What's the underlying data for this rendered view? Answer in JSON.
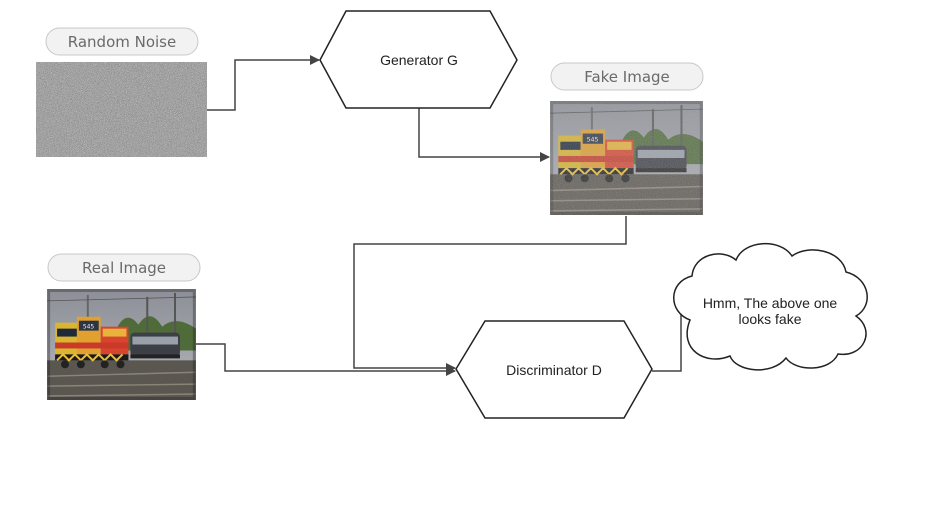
{
  "labels": {
    "random_noise": "Random Noise",
    "fake_image": "Fake Image",
    "real_image": "Real Image"
  },
  "nodes": {
    "generator": "Generator G",
    "discriminator": "Discriminator D"
  },
  "cloud": {
    "line1": "Hmm, The above one",
    "line2": "looks fake"
  },
  "colors": {
    "pill_fill": "#f2f2f2",
    "pill_stroke": "#c8c8c8",
    "stroke": "#222222",
    "connector": "#444444"
  }
}
